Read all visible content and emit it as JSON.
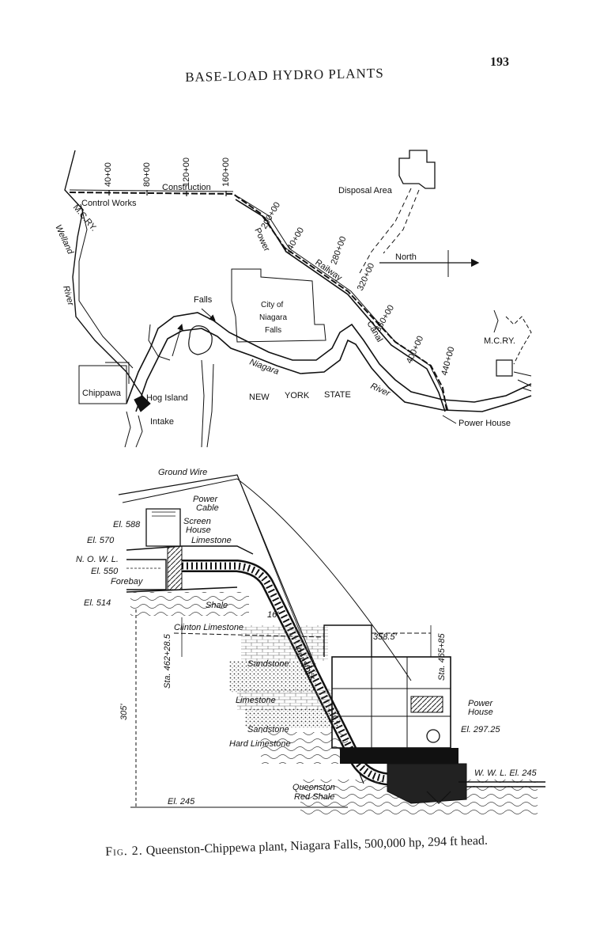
{
  "page": {
    "running_head": "BASE-LOAD HYDRO PLANTS",
    "page_number": "193"
  },
  "map": {
    "stations": [
      "40+00",
      "80+00",
      "120+00",
      "160+00",
      "200+00",
      "240+00",
      "280+00",
      "320+00",
      "360+00",
      "400+00",
      "440+00"
    ],
    "labels": {
      "construction": "Construction",
      "control_works": "Control Works",
      "mcry_left": "M.C.RY.",
      "welland": "Welland",
      "river": "River",
      "disposal_area": "Disposal Area",
      "power": "Power",
      "railway": "Railway",
      "canal": "Canal",
      "north": "North",
      "falls": "Falls",
      "city": "City of",
      "niagara": "Niagara",
      "falls2": "Falls",
      "mcry_right": "M.C.RY.",
      "niagara_river": "Niagara",
      "river_right": "River",
      "new": "NEW",
      "york": "YORK",
      "state": "STATE",
      "chippawa": "Chippawa",
      "hog_island": "Hog Island",
      "intake": "Intake",
      "power_house": "Power House"
    }
  },
  "section": {
    "labels": {
      "ground_wire": "Ground Wire",
      "power": "Power",
      "cable": "Cable",
      "el_588": "El. 588",
      "screen": "Screen",
      "house": "House",
      "el_570": "El. 570",
      "limestone_top": "Limestone",
      "nowl": "N. O. W. L.",
      "el_550": "El. 550",
      "forebay": "Forebay",
      "el_514": "El. 514",
      "shale": "Shale",
      "clinton_limestone": "Clinton Limestone",
      "dim_16": "16'",
      "sta_left": "Sta. 462+28.5",
      "dim_358": "358.5'",
      "sta_right": "Sta. 465+85",
      "penstock": "Penstock",
      "sandstone1": "Sandstone",
      "limestone2": "Limestone",
      "sandstone2": "Sandstone",
      "hard_limestone": "Hard Limestone",
      "power_house": "Power",
      "power_house2": "House",
      "el_297": "El. 297.25",
      "dim_305": "305'",
      "el_245": "El. 245",
      "queenston": "Queenston",
      "red_shale": "Red Shale",
      "twl": "W. W. L. El. 245"
    }
  },
  "caption": {
    "figure_number": "Fig. 2.",
    "text": "Queenston-Chippewa plant, Niagara Falls, 500,000 hp, 294 ft head."
  }
}
